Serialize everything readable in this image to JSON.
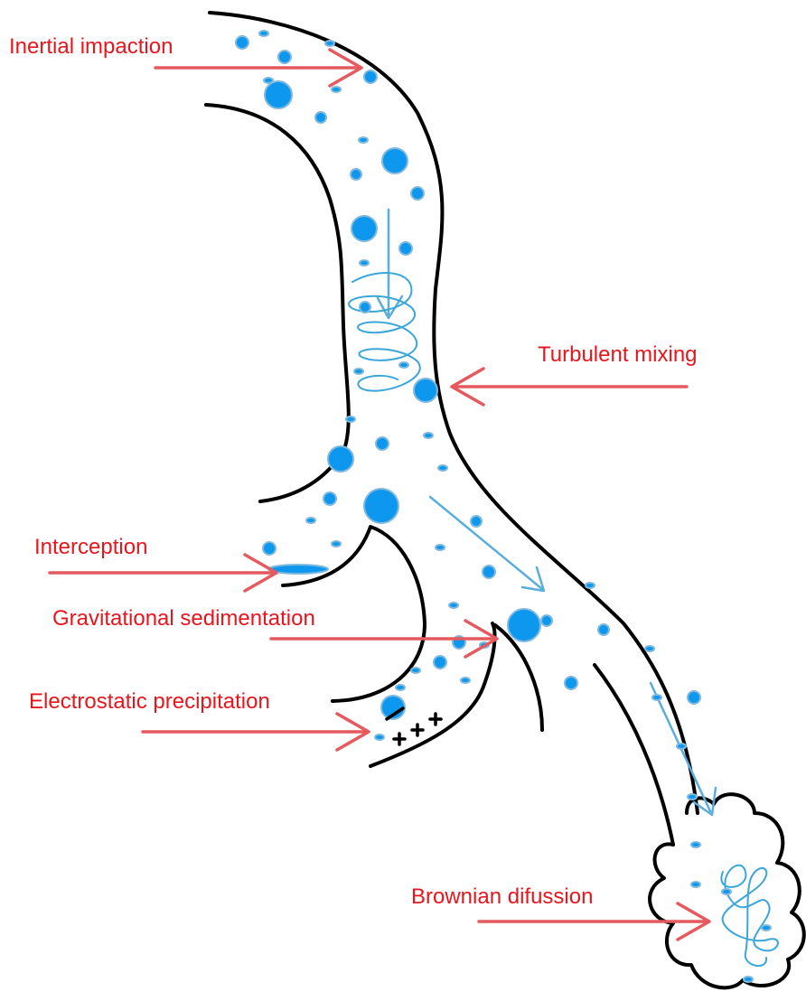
{
  "labels": {
    "inertial_impaction": "Inertial impaction",
    "turbulent_mixing": "Turbulent mixing",
    "interception": "Interception",
    "gravitational_sedimentation": "Gravitational sedimentation",
    "electrostatic_precipitation": "Electrostatic precipitation",
    "brownian_diffusion": "Brownian difussion"
  },
  "colors": {
    "label_text": "#e8151d",
    "pointer_arrow": "#e45a5f",
    "particle": "#0e97ee",
    "flow_arrow": "#5aaedb",
    "airway_wall": "#000000"
  }
}
